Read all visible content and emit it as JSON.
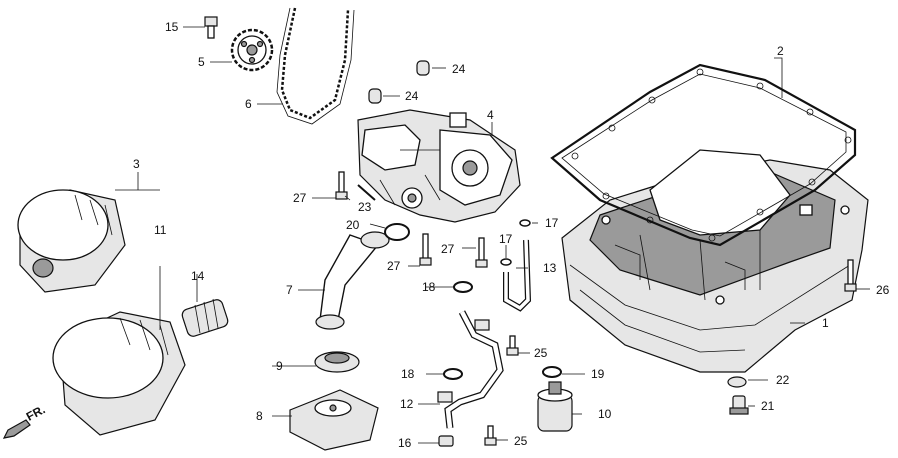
{
  "diagram": {
    "direction_label": "FR.",
    "callouts": {
      "c1": "1",
      "c2": "2",
      "c3": "3",
      "c4": "4",
      "c5": "5",
      "c6": "6",
      "c7": "7",
      "c8": "8",
      "c9": "9",
      "c10": "10",
      "c11": "11",
      "c12": "12",
      "c13": "13",
      "c14": "14",
      "c15": "15",
      "c16": "16",
      "c17a": "17",
      "c17b": "17",
      "c18a": "18",
      "c18b": "18",
      "c19": "19",
      "c20": "20",
      "c21": "21",
      "c22": "22",
      "c23": "23",
      "c24a": "24",
      "c24b": "24",
      "c25a": "25",
      "c25b": "25",
      "c26": "26",
      "c27a": "27",
      "c27b": "27",
      "c27c": "27"
    }
  }
}
